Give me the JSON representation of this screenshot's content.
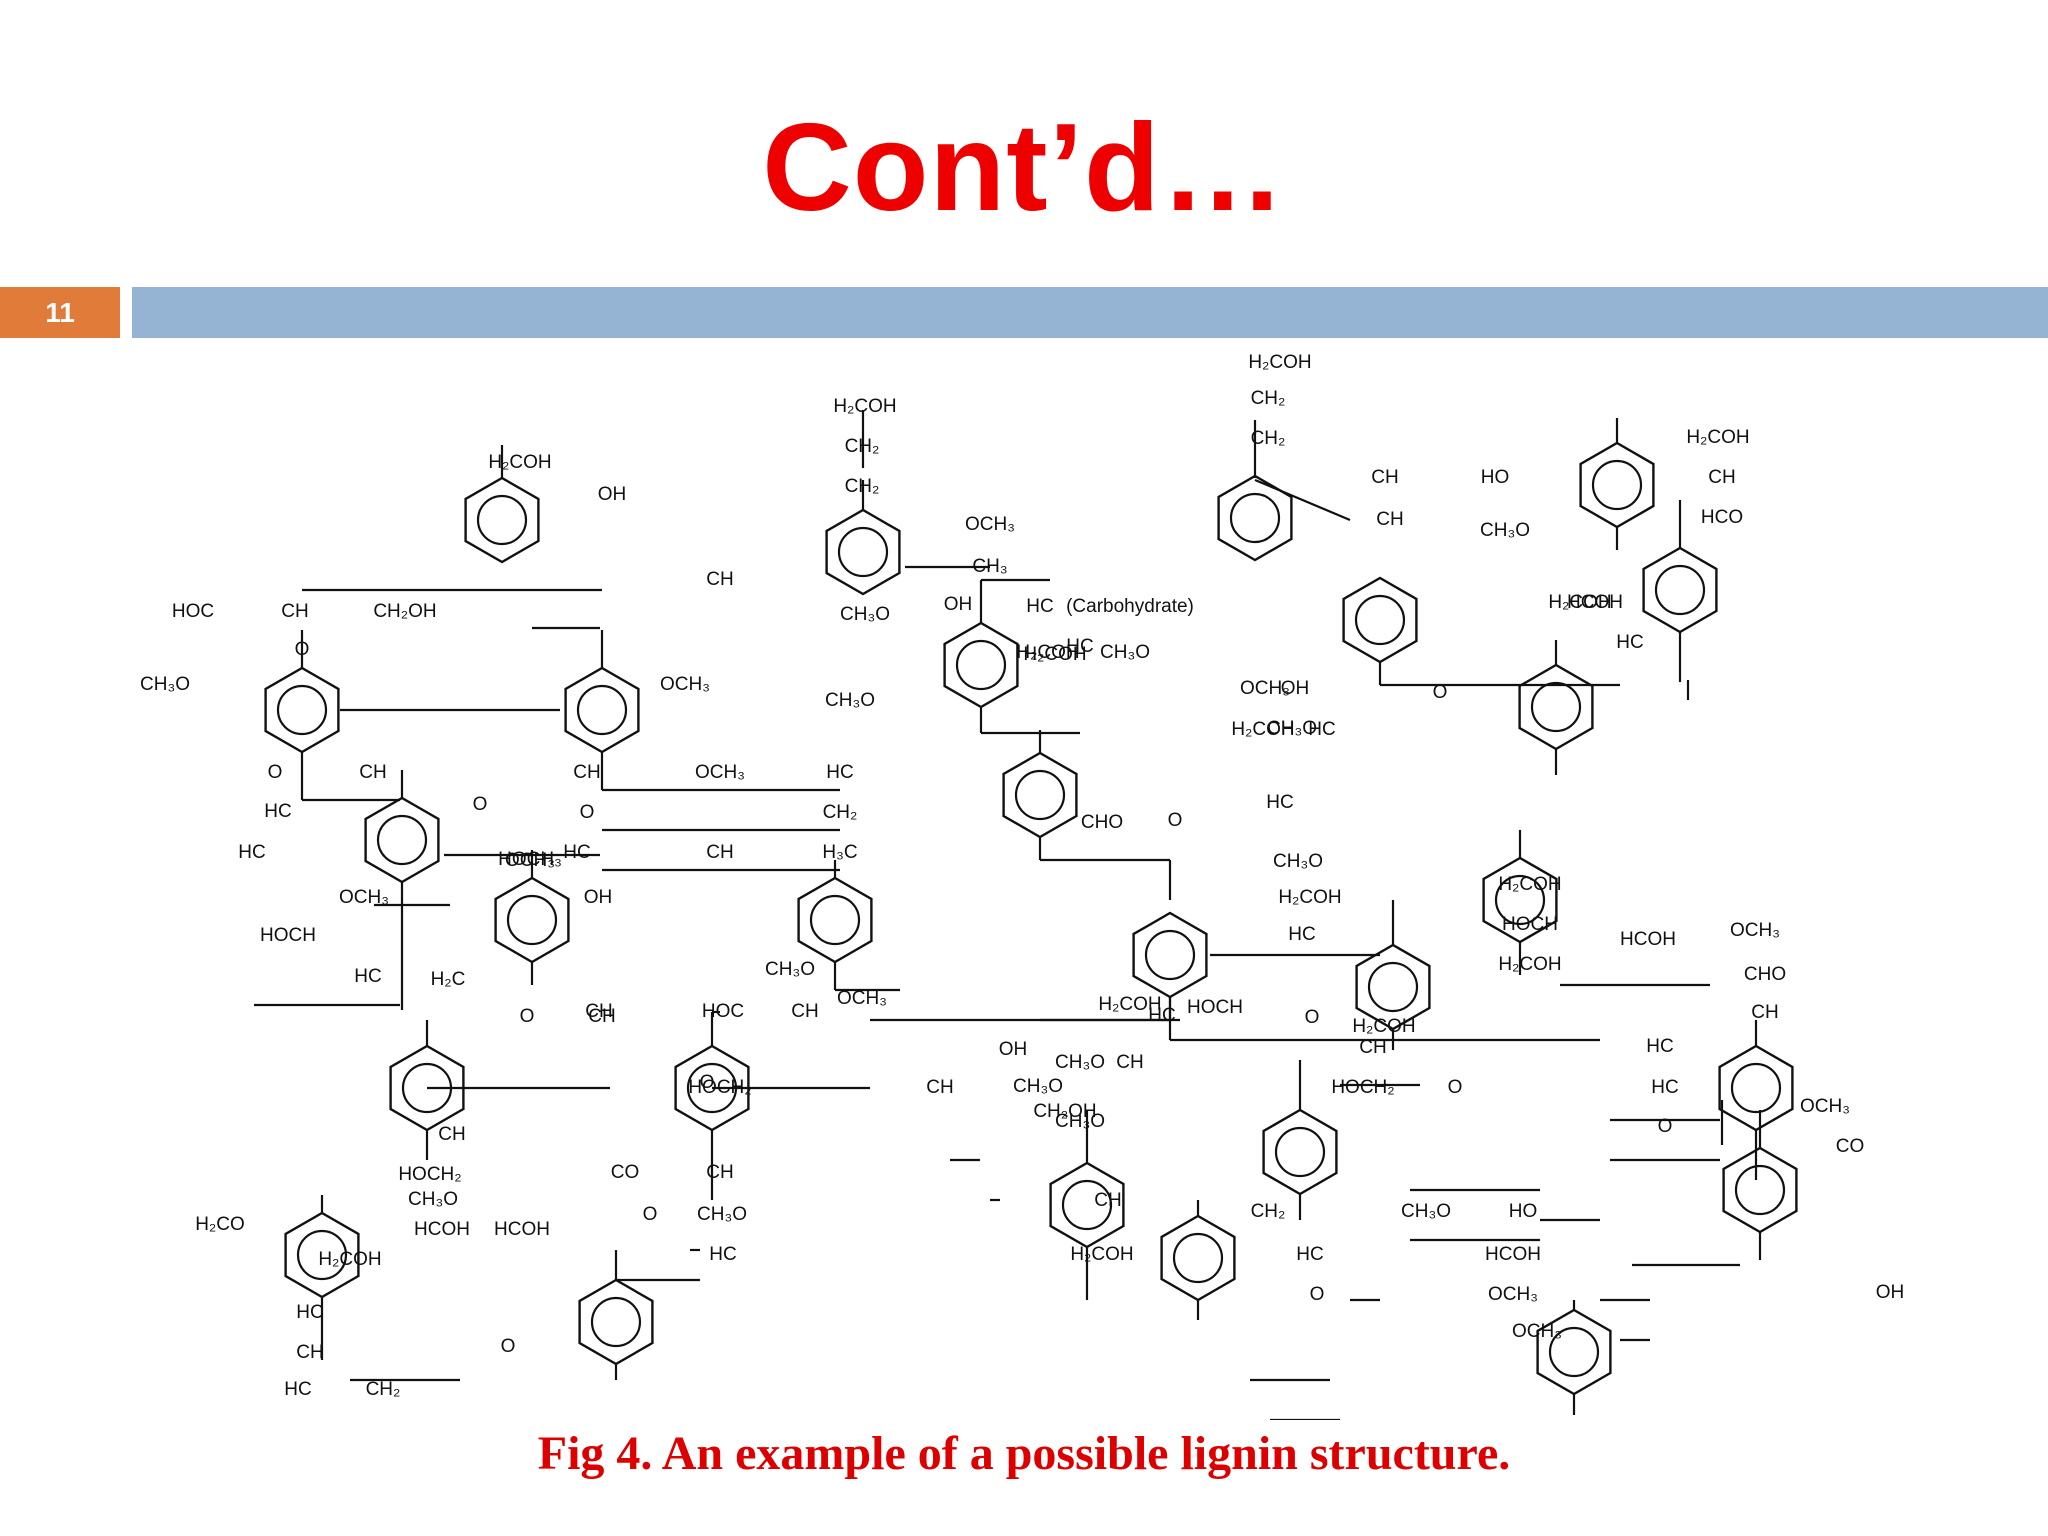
{
  "slide": {
    "title": "Cont’d…",
    "number": "11",
    "caption": "Fig 4. An example of a possible lignin structure."
  },
  "colors": {
    "title": "#ee0000",
    "number_box": "#e07b39",
    "header_bar": "#95b3d3",
    "caption": "#dd0000"
  },
  "figure": {
    "labels": [
      "H₂COH",
      "CH₂",
      "CH₂",
      "H₂COH",
      "CH₂",
      "CH₂",
      "H₂COH",
      "OH",
      "OCH₃",
      "CH₃",
      "CH",
      "CH₃O",
      "OH",
      "HC",
      "(Carbohydrate)",
      "CH₃O",
      "H₂COH",
      "CH",
      "CH",
      "HO",
      "CH₃O",
      "H₂COH",
      "CH",
      "HCO",
      "HCOH",
      "HC",
      "H₂COH",
      "HOC",
      "CH",
      "CH₂OH",
      "O",
      "CH₃O",
      "OCH₃",
      "CH₃O",
      "H₂COH",
      "HC",
      "OH",
      "OCH₃",
      "CH₃O",
      "H₂COH",
      "HC",
      "O",
      "CH",
      "OCH₃",
      "HC",
      "O",
      "CH₂",
      "HC",
      "CH",
      "H₃C",
      "O",
      "CH",
      "HC",
      "O",
      "HC",
      "OCH₃",
      "HOCH₃",
      "OH",
      "OCH₃",
      "HOCH",
      "HC",
      "H₂C",
      "O",
      "CH",
      "O",
      "CH",
      "HOCH₂",
      "CH₃O",
      "CH₃O",
      "H₂COH",
      "CH",
      "HC",
      "H₂COH",
      "HOCH",
      "H₂COH",
      "HC",
      "O",
      "CHO",
      "CH₃O",
      "H₂COH",
      "HC",
      "HCOH",
      "OCH₃",
      "CHO",
      "CH",
      "CH",
      "HOC",
      "CH",
      "CH₂OH",
      "O",
      "CH₃O",
      "OCH₃",
      "OH",
      "CH₃O",
      "HOCH",
      "CH",
      "HOCH₂",
      "O",
      "H₂COH",
      "HC",
      "HC",
      "O",
      "OCH₃",
      "CO",
      "CH",
      "HOCH₂",
      "CH₃O",
      "HCOH",
      "HCOH",
      "H₂CO",
      "H₂COH",
      "HC",
      "CH",
      "HC",
      "CH₂",
      "CO",
      "CH",
      "O",
      "CH₃O",
      "HC",
      "O",
      "CH₂",
      "CH₃O",
      "HO",
      "CH",
      "H₂COH",
      "HC",
      "O",
      "HCOH",
      "OCH₃",
      "OCH₃",
      "OH"
    ]
  }
}
